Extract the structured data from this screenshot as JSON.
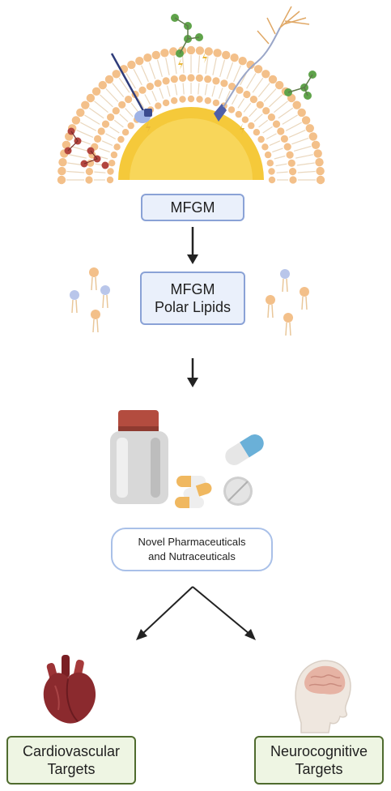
{
  "nodes": {
    "mfgm": "MFGM",
    "polar_lipids_line1": "MFGM",
    "polar_lipids_line2": "Polar Lipids",
    "pharma_line1": "Novel Pharmaceuticals",
    "pharma_line2": "and Nutraceuticals",
    "cardio_line1": "Cardiovascular",
    "cardio_line2": "Targets",
    "neuro_line1": "Neurocognitive",
    "neuro_line2": "Targets"
  },
  "colors": {
    "fat_globule": "#f5c93a",
    "lipid_head": "#f3c08a",
    "box_blue_border": "#8aa2d6",
    "box_green_border": "#4f6b2e",
    "heart": "#8b2a2e",
    "arrow": "#222222"
  },
  "icons": [
    "membrane-illustration",
    "lipid-molecules-icon",
    "pill-bottle-icon",
    "capsule-icon",
    "tablet-icon",
    "heart-icon",
    "human-head-brain-icon"
  ]
}
